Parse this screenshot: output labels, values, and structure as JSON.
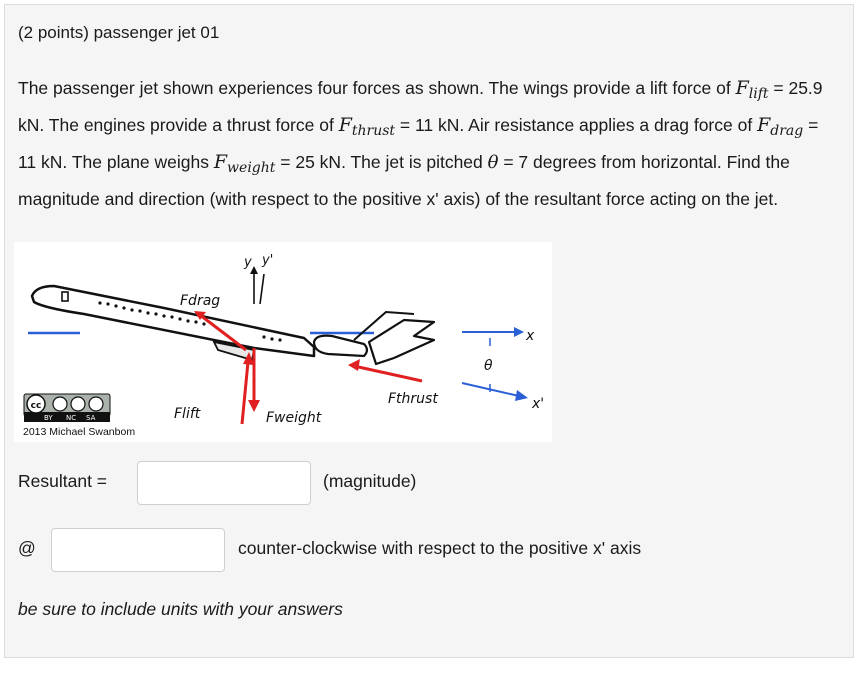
{
  "question": {
    "title": "(2 points) passenger jet 01",
    "sentence1": "The passenger jet shown experiences four forces as shown. The wings provide a lift force of ",
    "lift_symbol": "F",
    "lift_sub": "lift",
    "lift_value": " = 25.9 kN. The engines provide a thrust force of ",
    "thrust_symbol": "F",
    "thrust_sub": "thrust",
    "thrust_value": " = 11 kN. Air resistance applies a drag force of ",
    "drag_symbol": "F",
    "drag_sub": "drag",
    "drag_value": " = 11 kN. The plane weighs ",
    "weight_symbol": "F",
    "weight_sub": "weight",
    "weight_value": " = 25 kN. The jet is pitched ",
    "theta_symbol": "θ",
    "theta_value": " = 7 degrees from horizontal. Find the magnitude and direction (with respect to the positive x' axis) of the resultant force acting on the jet."
  },
  "figure": {
    "labels": {
      "drag": "Fdrag",
      "lift": "Flift",
      "weight": "Fweight",
      "thrust": "Fthrust",
      "y": "y",
      "y_prime": "y'",
      "x": "x",
      "x_prime": "x'",
      "theta": "θ"
    },
    "license": {
      "cc": "cc",
      "by": "BY",
      "nc": "NC",
      "sa": "SA",
      "credit": "2013 Michael Swanbom"
    },
    "colors": {
      "force_arrow": "#e02020",
      "ink": "#111111",
      "axis_blue": "#2a5fd6"
    }
  },
  "answers": {
    "resultant_label": "Resultant =",
    "resultant_value": "",
    "magnitude_note": "(magnitude)",
    "at_label": "@",
    "angle_value": "",
    "angle_note": "counter-clockwise with respect to the positive x' axis"
  },
  "note": "be sure to include units with your answers"
}
